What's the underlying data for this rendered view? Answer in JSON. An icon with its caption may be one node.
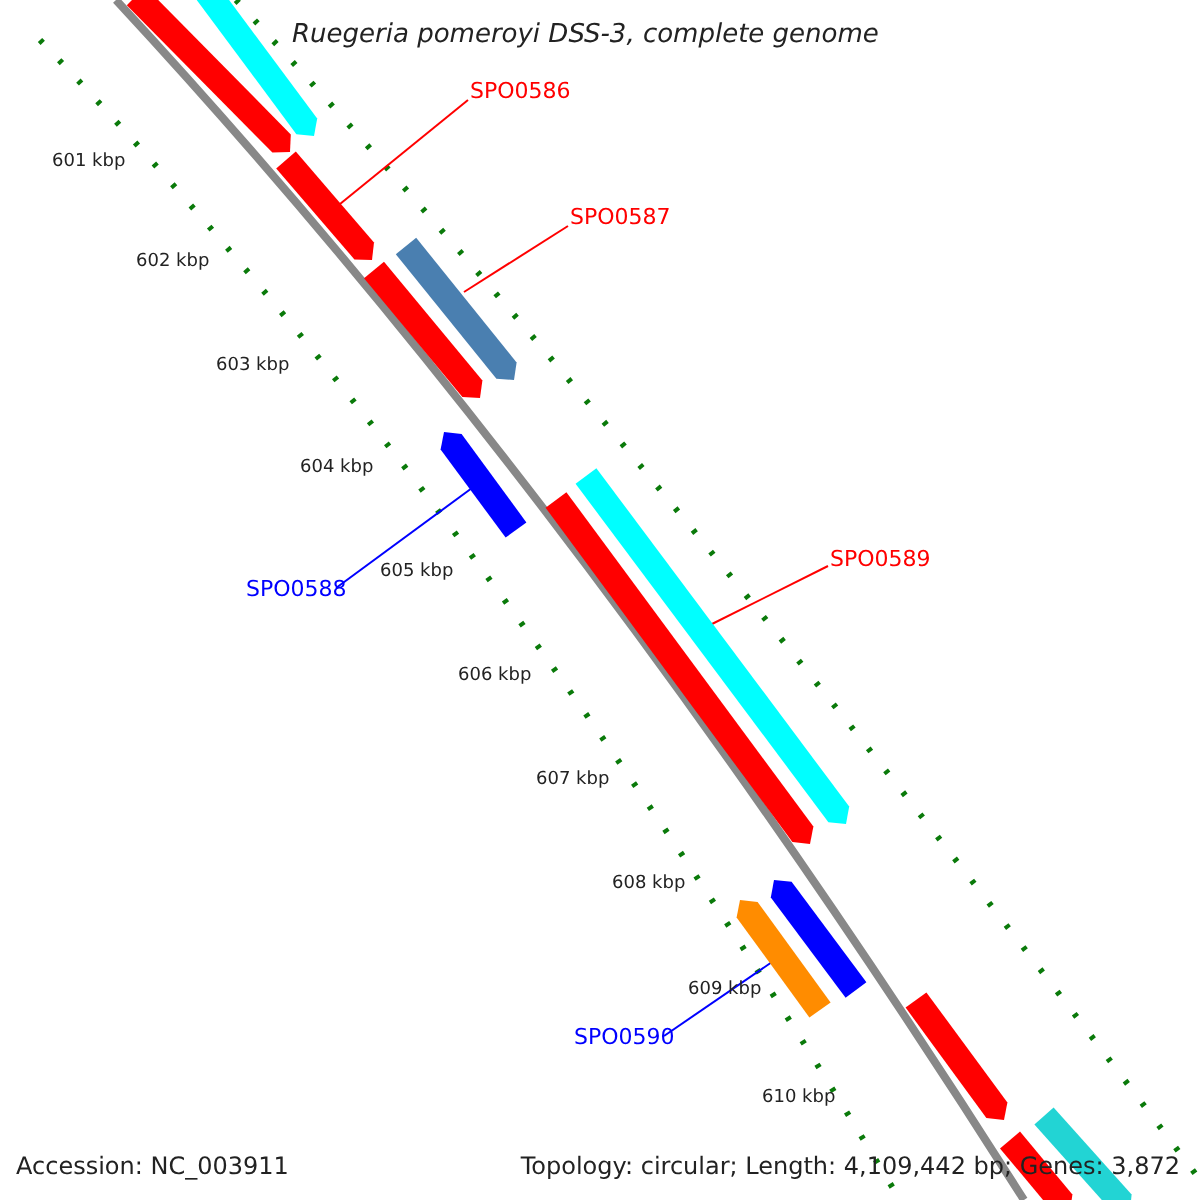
{
  "diagram": {
    "title": "Ruegeria pomeroyi DSS-3, complete genome",
    "nodes": [
      {
        "text": [
          "SPO0586"
        ]
      },
      {
        "text": [
          "SPO0587"
        ]
      },
      {
        "text": [
          "SPO0588"
        ]
      },
      {
        "text": [
          "SPO0589"
        ]
      },
      {
        "text": [
          "SPO0590"
        ]
      },
      {
        "text": [],
        "shape": "bar"
      },
      {
        "text": [],
        "shape": "bar"
      },
      {
        "text": [],
        "shape": "bar"
      },
      {
        "text": [],
        "shape": "bar"
      },
      {
        "text": [],
        "shape": "bar"
      },
      {
        "text": [],
        "shape": "bar"
      },
      {
        "text": [],
        "shape": "bar"
      },
      {
        "text": [],
        "shape": "bar"
      },
      {
        "text": [],
        "shape": "bar"
      },
      {
        "text": [],
        "shape": "bar"
      },
      {
        "text": [],
        "shape": "bar"
      },
      {
        "text": [],
        "shape": "bar"
      },
      {
        "text": [],
        "shape": "bar"
      }
    ],
    "edges": [
      {
        "from": 0,
        "to": 7,
        "arrow": "none"
      },
      {
        "from": 1,
        "to": 8,
        "arrow": "none"
      },
      {
        "from": 2,
        "to": 10,
        "arrow": "none",
        "color": "#0000ff"
      },
      {
        "from": 3,
        "to": 11,
        "arrow": "none"
      },
      {
        "from": 4,
        "to": 14,
        "arrow": "none",
        "color": "#0000ff"
      }
    ],
    "labels": [
      "601 kbp",
      "602 kbp",
      "603 kbp",
      "604 kbp",
      "605 kbp",
      "606 kbp",
      "607 kbp",
      "608 kbp",
      "609 kbp",
      "610 kbp",
      "Accession: NC_003911",
      "Topology: circular; Length: 4,109,442 bp; Genes: 3,872"
    ]
  }
}
